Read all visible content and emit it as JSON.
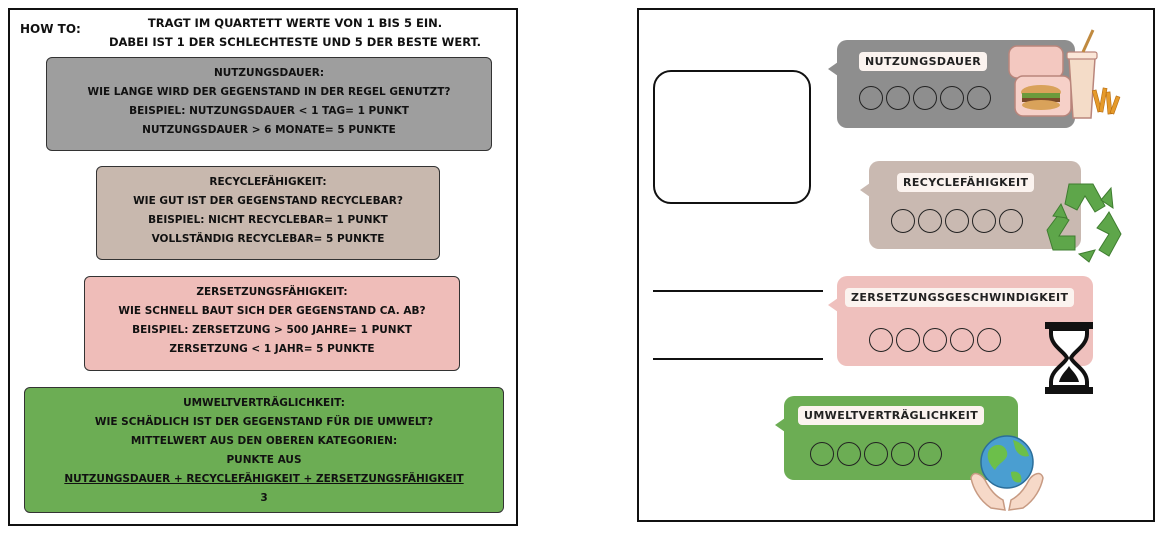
{
  "instructions": {
    "howto": "HOW TO:",
    "intro_line1": "TRAGT IM QUARTETT WERTE VON 1 BIS 5 EIN.",
    "intro_line2": "DABEI IST 1 DER SCHLECHTESTE UND 5 DER BESTE WERT.",
    "nutzung": {
      "title": "NUTZUNGSDAUER:",
      "question": "WIE LANGE WIRD DER GEGENSTAND IN DER REGEL GENUTZT?",
      "example": "BEISPIEL: NUTZUNGSDAUER < 1 TAG= 1 PUNKT",
      "example2": "NUTZUNGSDAUER > 6 MONATE= 5 PUNKTE",
      "color": "#9e9e9e"
    },
    "recycle": {
      "title": "RECYCLEFÄHIGKEIT:",
      "question": "WIE GUT IST DER GEGENSTAND RECYCLEBAR?",
      "example": "BEISPIEL: NICHT RECYCLEBAR= 1 PUNKT",
      "example2": "VOLLSTÄNDIG RECYCLEBAR= 5 PUNKTE",
      "color": "#c8b8ae"
    },
    "zersetzung": {
      "title": "ZERSETZUNGSFÄHIGKEIT:",
      "question": "WIE SCHNELL BAUT SICH DER GEGENSTAND CA. AB?",
      "example": "BEISPIEL: ZERSETZUNG > 500 JAHRE= 1 PUNKT",
      "example2": "ZERSETZUNG < 1 JAHR= 5 PUNKTE",
      "color": "#efbdb9"
    },
    "umwelt": {
      "title": "UMWELTVERTRÄGLICHKEIT:",
      "question": "WIE SCHÄDLICH IST DER GEGENSTAND FÜR DIE UMWELT?",
      "line3": "MITTELWERT AUS DEN OBEREN KATEGORIEN:",
      "line4": "PUNKTE AUS",
      "formula": "NUTZUNGSDAUER + RECYCLEFÄHIGKEIT + ZERSETZUNGSFÄHIGKEIT",
      "divisor": "3",
      "color": "#6cad54"
    }
  },
  "card": {
    "cat1": {
      "label": "NUTZUNGSDAUER",
      "icon": "fast-food-icon",
      "color": "#8e8e8e"
    },
    "cat2": {
      "label": "RECYCLEFÄHIGKEIT",
      "icon": "recycle-icon",
      "color": "#c9b9b1"
    },
    "cat3": {
      "label": "ZERSETZUNGSGESCHWINDIGKEIT",
      "icon": "hourglass-icon",
      "color": "#efc0bd"
    },
    "cat4": {
      "label": "UMWELTVERTRÄGLICHKEIT",
      "icon": "globe-hands-icon",
      "color": "#6cad54"
    }
  }
}
